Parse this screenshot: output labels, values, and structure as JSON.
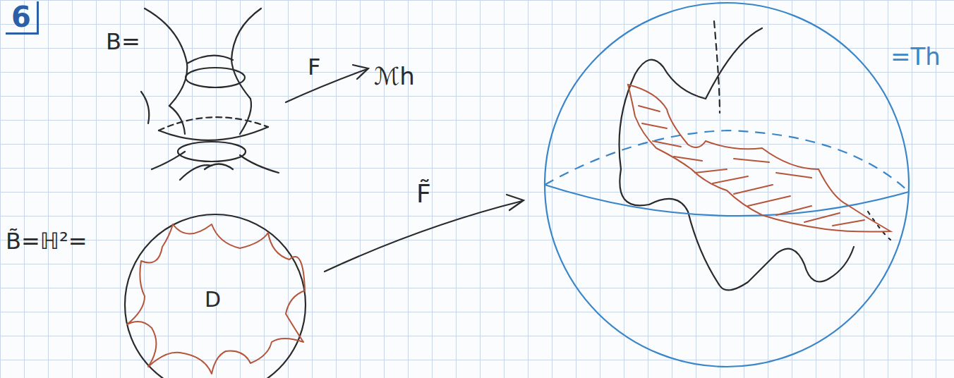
{
  "diagram": {
    "labels": [
      "6",
      "B=",
      "F",
      "ℳh",
      "B̃=ℍ²=",
      "D",
      "F̃",
      "=Th"
    ]
  }
}
